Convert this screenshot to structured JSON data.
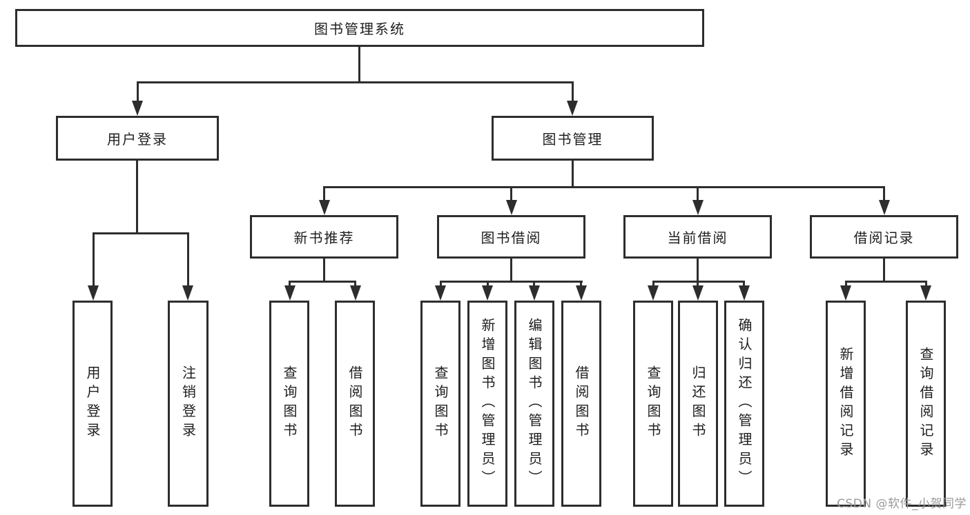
{
  "diagram": {
    "type": "tree",
    "root": {
      "label": "图书管理系统"
    },
    "branches": [
      {
        "label": "用户登录",
        "leaves": [
          {
            "label": "用户登录"
          },
          {
            "label": "注销登录"
          }
        ]
      },
      {
        "label": "图书管理",
        "groups": [
          {
            "label": "新书推荐",
            "leaves": [
              {
                "label": "查询图书"
              },
              {
                "label": "借阅图书"
              }
            ]
          },
          {
            "label": "图书借阅",
            "leaves": [
              {
                "label": "查询图书"
              },
              {
                "label": "新增图书（管理员）"
              },
              {
                "label": "编辑图书（管理员）"
              },
              {
                "label": "借阅图书"
              }
            ]
          },
          {
            "label": "当前借阅",
            "leaves": [
              {
                "label": "查询图书"
              },
              {
                "label": "归还图书"
              },
              {
                "label": "确认归还（管理员）"
              }
            ]
          },
          {
            "label": "借阅记录",
            "leaves": [
              {
                "label": "新增借阅记录"
              },
              {
                "label": "查询借阅记录"
              }
            ]
          }
        ]
      }
    ]
  },
  "watermark": {
    "text": "CSDN @软件_小贺同学",
    "color": "#9a9a9e"
  },
  "colors": {
    "line": "#2d2d2d",
    "box_border": "#2d2d2d",
    "background": "#ffffff",
    "text": "#1e1e1e"
  }
}
